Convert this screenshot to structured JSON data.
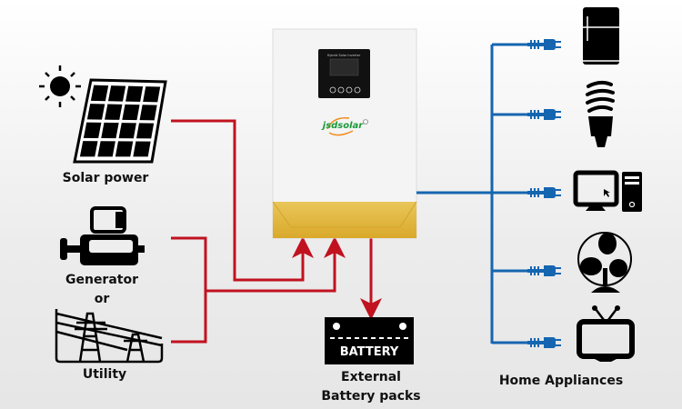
{
  "sources": {
    "solar_label": "Solar power",
    "generator_label": "Generator",
    "or_label": "or",
    "utility_label": "Utility"
  },
  "inverter": {
    "brand_logo": "jsdsolar",
    "display_title": "Hybrid Solar Inverter",
    "body_color": "#f4f4f4",
    "accent_color": "#e2b53c"
  },
  "battery": {
    "box_label": "BATTERY",
    "caption_line1": "External",
    "caption_line2": "Battery packs"
  },
  "appliances": {
    "label": "Home Appliances",
    "items": [
      "refrigerator-icon",
      "light-bulb-icon",
      "computer-icon",
      "fan-icon",
      "tv-icon"
    ]
  },
  "colors": {
    "dc_line": "#c1121f",
    "ac_line": "#1565b0",
    "icon": "#000000"
  }
}
